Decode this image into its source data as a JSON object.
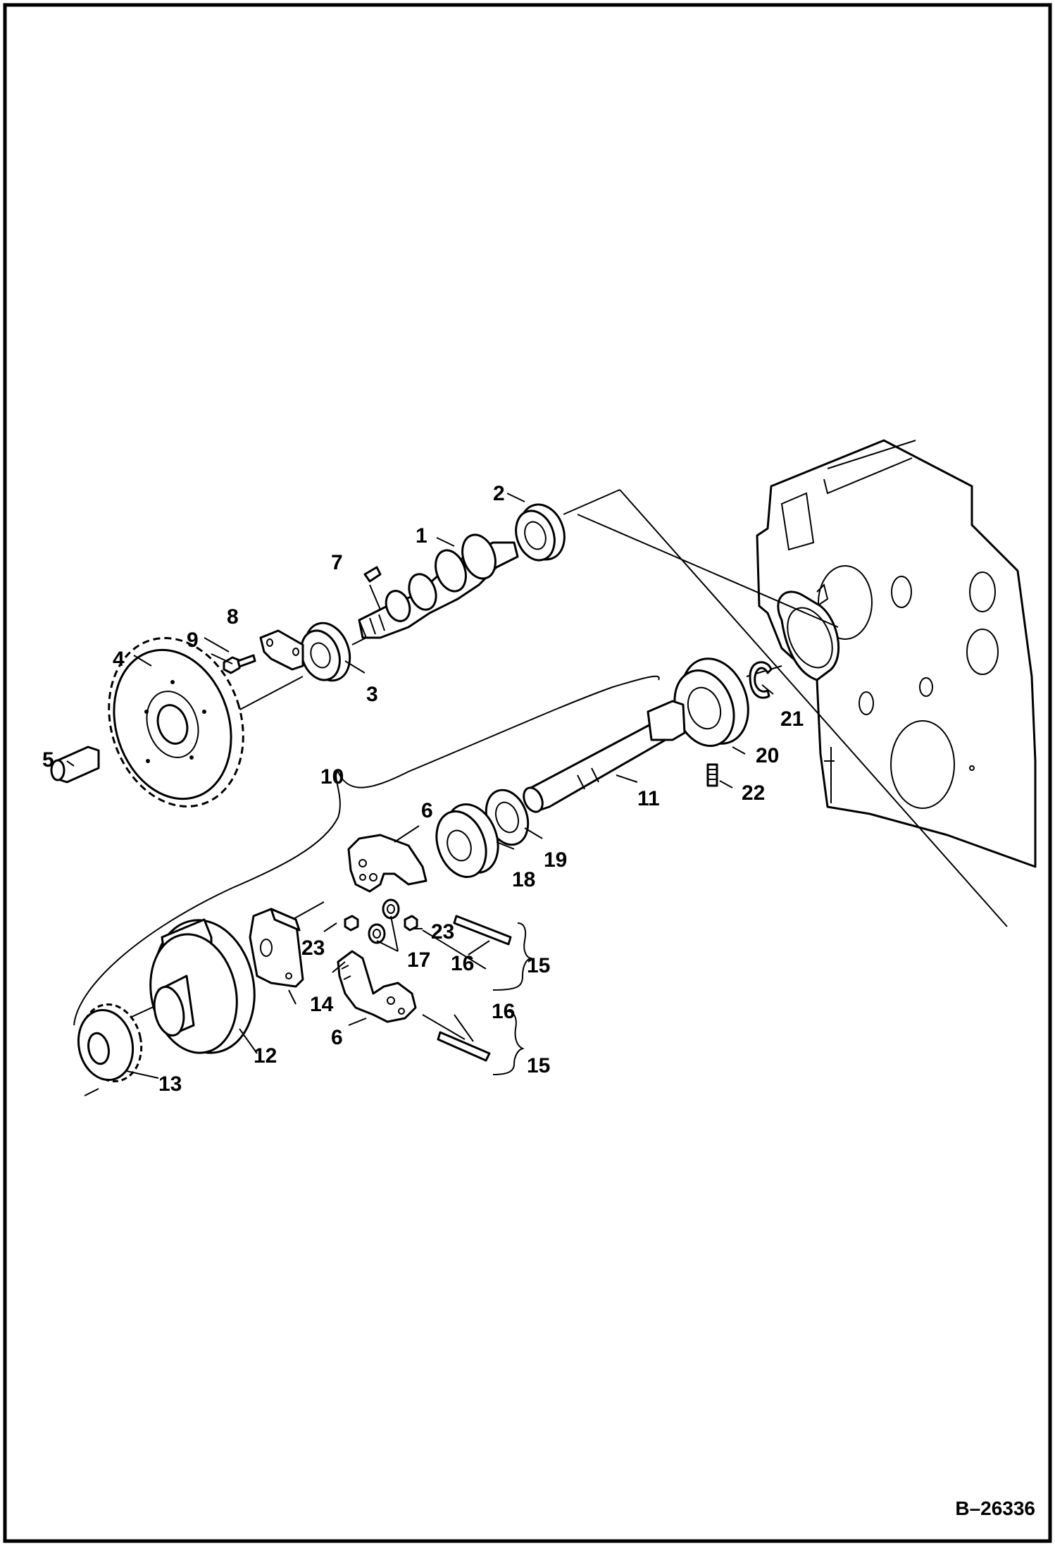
{
  "diagram": {
    "labels": {
      "c1": "1",
      "c2": "2",
      "c3": "3",
      "c4": "4",
      "c5": "5",
      "c6a": "6",
      "c6b": "6",
      "c7": "7",
      "c8": "8",
      "c9": "9",
      "c10": "10",
      "c11": "11",
      "c12": "12",
      "c13": "13",
      "c14": "14",
      "c15a": "15",
      "c15b": "15",
      "c16a": "16",
      "c16b": "16",
      "c17": "17",
      "c18": "18",
      "c19": "19",
      "c20": "20",
      "c21": "21",
      "c22": "22",
      "c23a": "23",
      "c23b": "23"
    },
    "document_id": "B–26336"
  }
}
